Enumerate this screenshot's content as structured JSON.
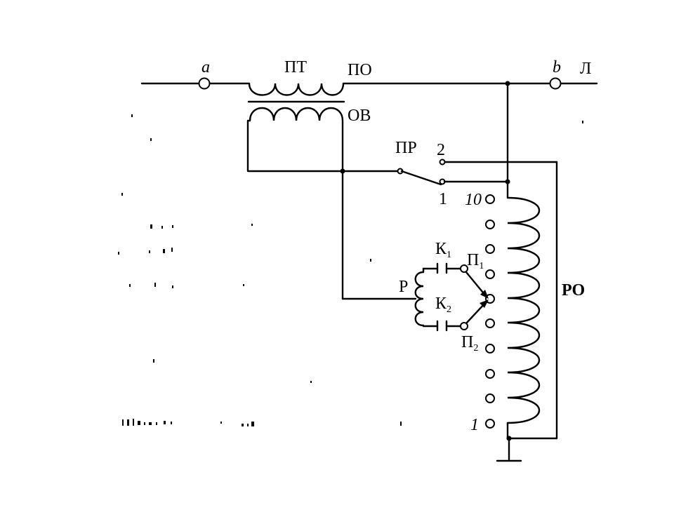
{
  "diagram": {
    "terminal_a": "a",
    "terminal_b": "b",
    "line": "Л",
    "series_transformer": "ПТ",
    "primary_winding": "ПО",
    "excitation_winding": "ОВ",
    "changeover_switch": "ПР",
    "switch_pos_2": "2",
    "switch_pos_1": "1",
    "tap_top": "10",
    "tap_bottom": "1",
    "reactor": "Р",
    "contact_1": "К",
    "contact_1_sub": "1",
    "contact_2": "К",
    "contact_2_sub": "2",
    "selector_1": "П",
    "selector_1_sub": "1",
    "selector_2": "П",
    "selector_2_sub": "2",
    "regulating_winding": "РО"
  }
}
